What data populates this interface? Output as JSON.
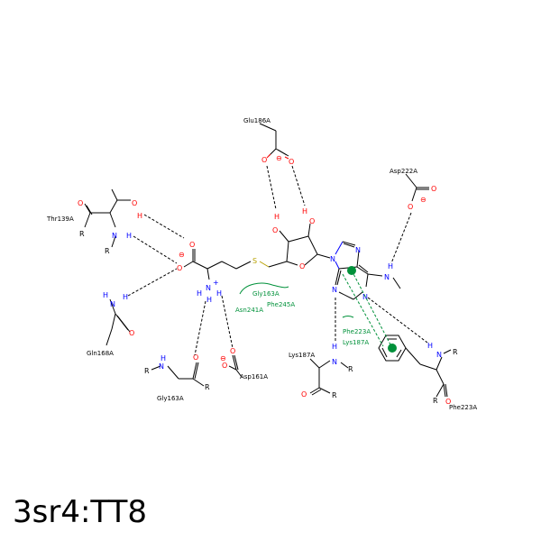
{
  "title": "3sr4:TT8",
  "residues": {
    "glu186": "Glu186A",
    "asp222": "Asp222A",
    "thr139": "Thr139A",
    "gln168": "Gln168A",
    "gly163_bottom": "Gly163A",
    "asp161": "Asp161A",
    "lys187_bottom": "Lys187A",
    "phe223_bottom": "Phe223A"
  },
  "hydrophobic_labels": {
    "gly163": "Gly163A",
    "phe245": "Phe245A",
    "asn241": "Asn241A",
    "phe223": "Phe223A",
    "lys187": "Lys187A"
  },
  "atoms": {
    "O": "O",
    "N": "N",
    "H": "H",
    "S": "S",
    "R": "R",
    "minus": "⊖",
    "plus": "+",
    "nh_plus": "N"
  },
  "colors": {
    "oxygen": "#ff0000",
    "nitrogen": "#0000ff",
    "sulfur": "#b8a000",
    "interaction": "#00913a"
  }
}
